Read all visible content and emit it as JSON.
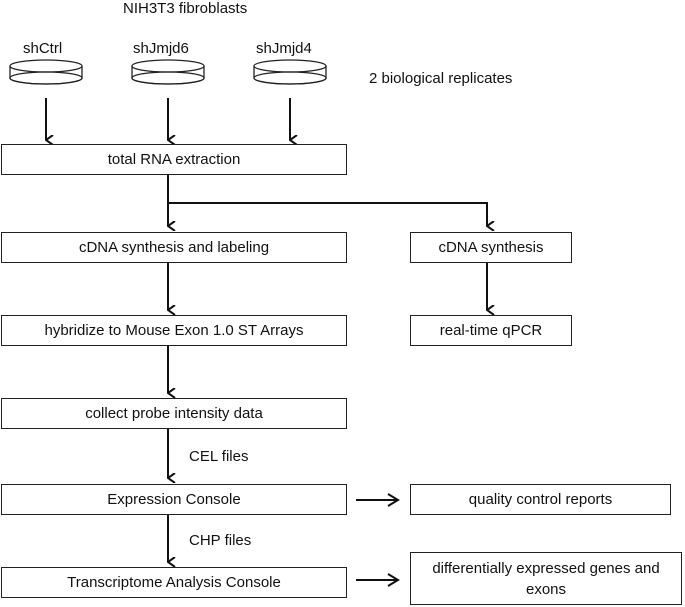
{
  "header": {
    "cell_line": "NIH3T3 fibroblasts",
    "replicates_note": "2 biological replicates"
  },
  "samples": [
    "shCtrl",
    "shJmjd6",
    "shJmjd4"
  ],
  "boxes": {
    "rna_extraction": "total RNA extraction",
    "cdna_labeling": "cDNA synthesis and labeling",
    "cdna_synthesis": "cDNA synthesis",
    "hybridize": "hybridize to Mouse Exon 1.0 ST Arrays",
    "qpcr": "real-time qPCR",
    "collect": "collect probe intensity data",
    "expression_console": "Expression Console",
    "qc_reports": "quality control reports",
    "tac": "Transcriptome Analysis Console",
    "deg": "differentially expressed genes and exons"
  },
  "edge_labels": {
    "cel": "CEL files",
    "chp": "CHP files"
  }
}
